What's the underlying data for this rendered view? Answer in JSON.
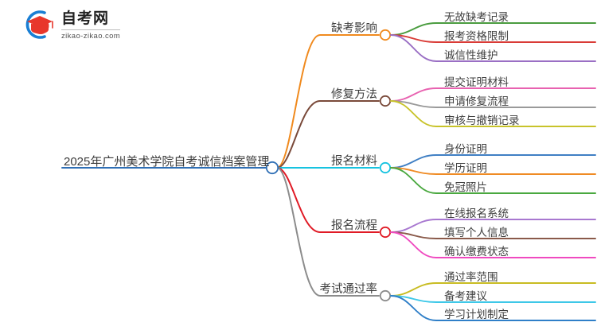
{
  "logo": {
    "title": "自考网",
    "domain": "zikao-zikao.com",
    "mark_icon": "graduation-cap-icon",
    "arc_color": "#1a7fd4",
    "cap_color": "#e8372c"
  },
  "mindmap": {
    "root": {
      "label": "2025年广州美术学院自考诚信档案管理",
      "color": "#2f6fb5",
      "hub_color": "#2f6fb5"
    },
    "branches": [
      {
        "label": "缺考影响",
        "color": "#f08a1e",
        "children": [
          {
            "label": "无故缺考记录",
            "color": "#4a9c3f"
          },
          {
            "label": "报考资格限制",
            "color": "#d93b36"
          },
          {
            "label": "诚信性维护",
            "color": "#9a6fc4"
          }
        ]
      },
      {
        "label": "修复方法",
        "color": "#7a4a3a",
        "children": [
          {
            "label": "提交证明材料",
            "color": "#e862b0"
          },
          {
            "label": "申请修复流程",
            "color": "#9a9a9a"
          },
          {
            "label": "审核与撤销记录",
            "color": "#c8c32a"
          }
        ]
      },
      {
        "label": "报名材料",
        "color": "#17c3e0",
        "children": [
          {
            "label": "身份证明",
            "color": "#3f7fc4"
          },
          {
            "label": "学历证明",
            "color": "#ef8b24"
          },
          {
            "label": "免冠照片",
            "color": "#4aa83f"
          }
        ]
      },
      {
        "label": "报名流程",
        "color": "#e01b26",
        "children": [
          {
            "label": "在线报名系统",
            "color": "#a878d0"
          },
          {
            "label": "填写个人信息",
            "color": "#8a5a4a"
          },
          {
            "label": "确认缴费状态",
            "color": "#ef4bc0"
          }
        ]
      },
      {
        "label": "考试通过率",
        "color": "#8c8c8c",
        "children": [
          {
            "label": "通过率范围",
            "color": "#c8bc22"
          },
          {
            "label": "备考建议",
            "color": "#3ec8e8"
          },
          {
            "label": "学习计划制定",
            "color": "#2f7fc8"
          }
        ]
      }
    ]
  }
}
